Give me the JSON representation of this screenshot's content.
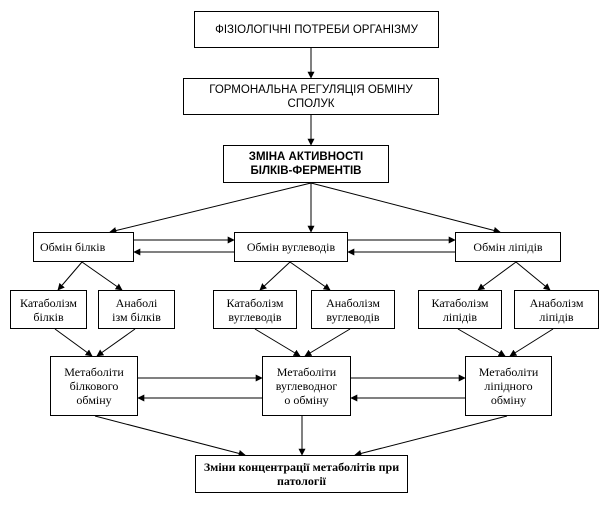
{
  "nodes": {
    "needs": {
      "label": "ФІЗІОЛОГІЧНІ ПОТРЕБИ ОРГАНІЗМУ"
    },
    "hormonal": {
      "label": "ГОРМОНАЛЬНА РЕГУЛЯЦІЯ ОБМІНУ\nСПОЛУК"
    },
    "enzymes": {
      "label": "ЗМІНА АКТИВНОСТІ\nБІЛКІВ-ФЕРМЕНТІВ"
    },
    "protein_exchange": {
      "label": "Обмін білків"
    },
    "carb_exchange": {
      "label": "Обмін вуглеводів"
    },
    "lipid_exchange": {
      "label": "Обмін ліпідів"
    },
    "protein_catabolism": {
      "label": "Катаболізм\nбілків"
    },
    "protein_anabolism": {
      "label": "Анаболі\nізм білків"
    },
    "carb_catabolism": {
      "label": "Катаболізм\nвуглеводів"
    },
    "carb_anabolism": {
      "label": "Анаболізм\nвуглеводів"
    },
    "lipid_catabolism": {
      "label": "Катаболізм\nліпідів"
    },
    "lipid_anabolism": {
      "label": "Анаболізм\nліпідів"
    },
    "protein_metabolites": {
      "label": "Метаболіти\nбілкового\nобміну"
    },
    "carb_metabolites": {
      "label": "Метаболіти\nвуглеводног\nо обміну"
    },
    "lipid_metabolites": {
      "label": "Метаболіти\nліпідного\nобміну"
    },
    "pathology": {
      "label": "Зміни концентрації метаболітів при\nпатології"
    }
  },
  "colors": {
    "line": "#000000",
    "background": "#ffffff"
  }
}
